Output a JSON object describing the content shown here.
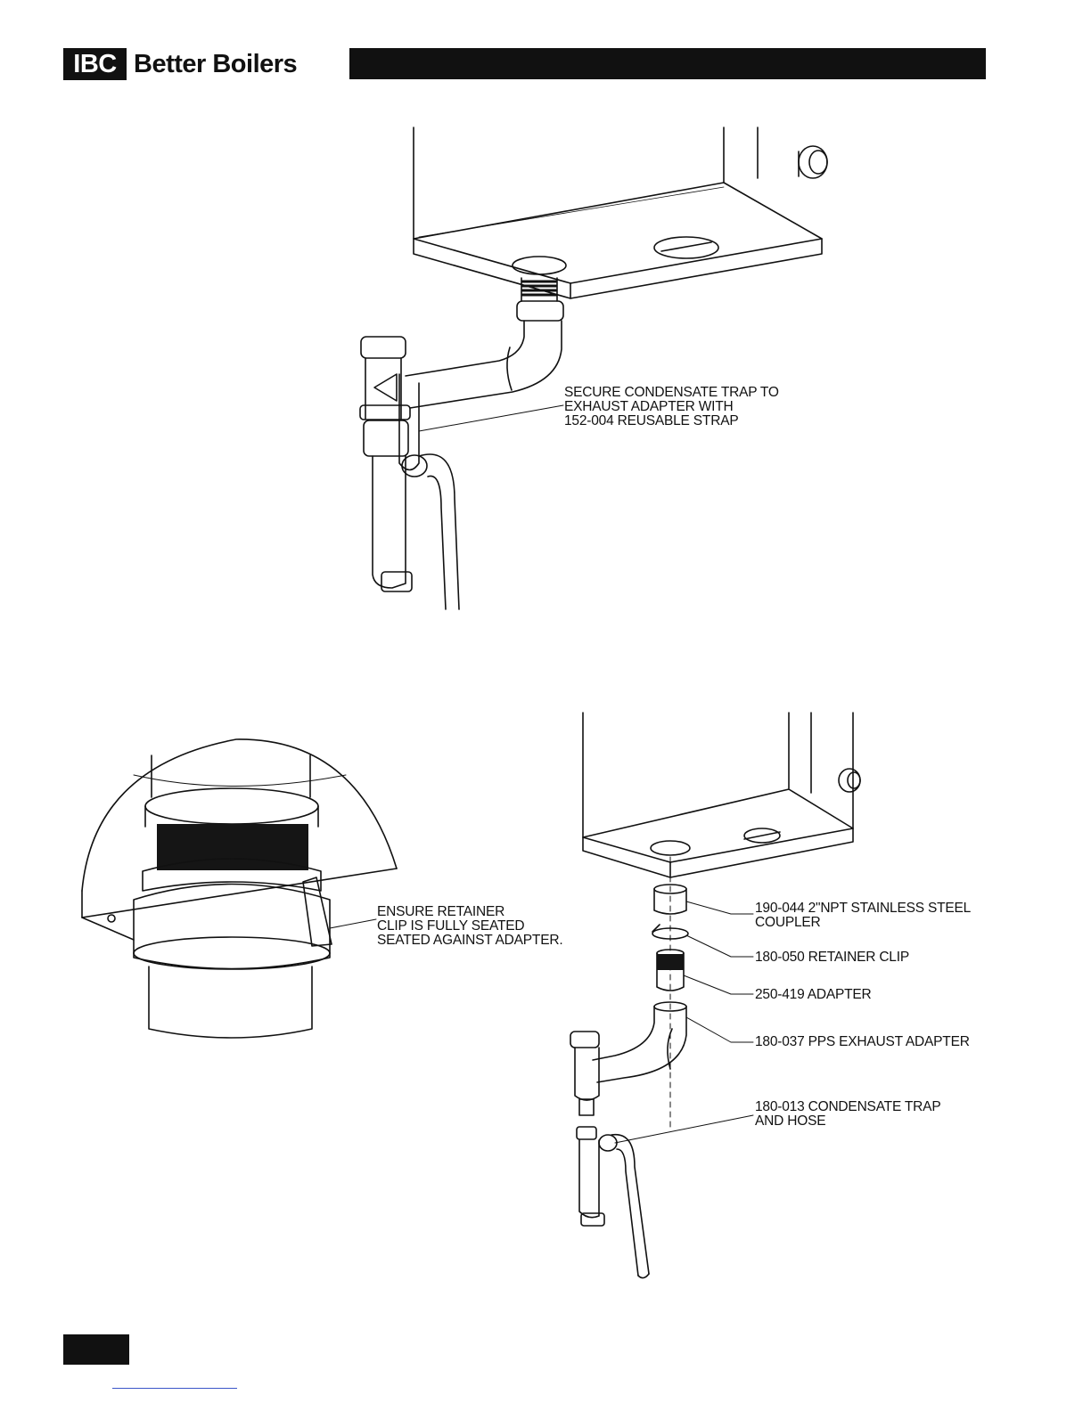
{
  "header": {
    "logo_mark": "IBC",
    "logo_text": "Better Boilers"
  },
  "figure_top": {
    "callouts": [
      "SECURE CONDENSATE TRAP TO\nEXHAUST ADAPTER WITH\n152-004 REUSABLE STRAP"
    ]
  },
  "figure_detail": {
    "callouts": [
      "ENSURE RETAINER\nCLIP IS FULLY SEATED\nSEATED AGAINST ADAPTER."
    ]
  },
  "figure_exploded": {
    "callouts": [
      "190-044 2\"NPT STAINLESS STEEL\nCOUPLER",
      "180-050 RETAINER CLIP",
      "250-419 ADAPTER",
      "180-037 PPS EXHAUST ADAPTER",
      "180-013 CONDENSATE TRAP\nAND HOSE"
    ]
  },
  "colors": {
    "ink": "#111111",
    "link": "#3a55c8"
  }
}
